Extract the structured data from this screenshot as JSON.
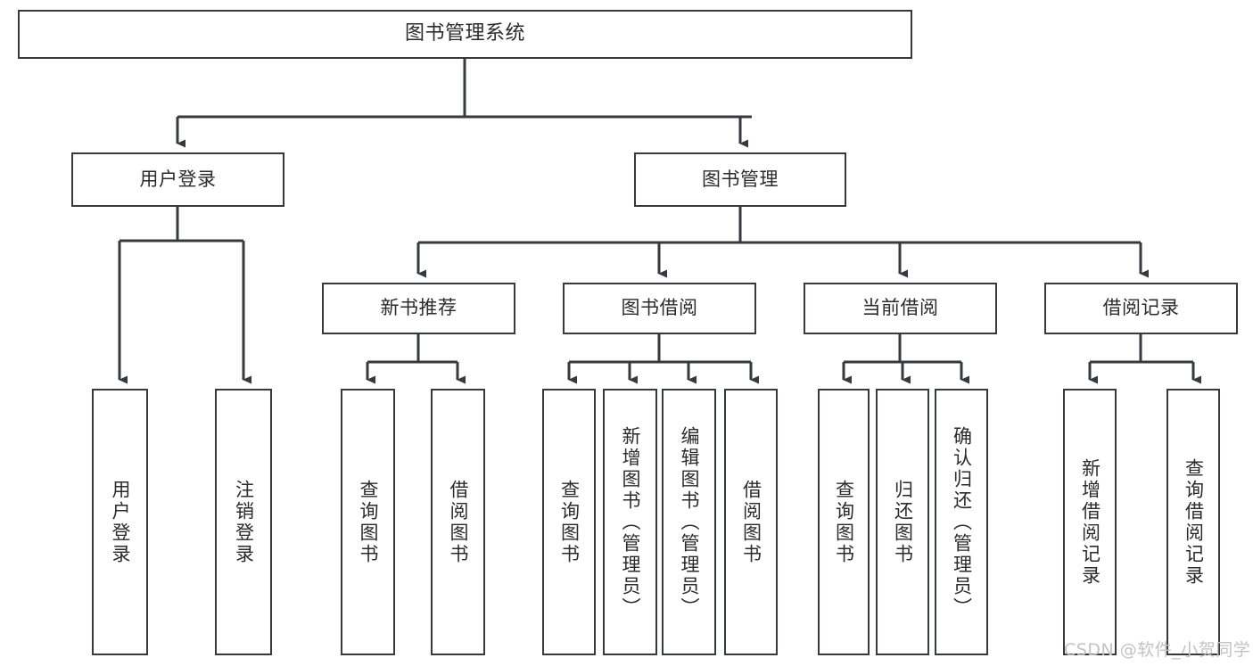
{
  "diagram": {
    "type": "tree",
    "title": "图书管理系统",
    "watermark": "CSDN @软件_小贺同学",
    "colors": {
      "box_border": "#36393d",
      "box_fill": "#ffffff",
      "connector": "#36393d",
      "text": "#2b2b2b",
      "watermark": "#c3c3c3",
      "background": "#ffffff"
    },
    "nodes": {
      "root": "图书管理系统",
      "level2": [
        "用户登录",
        "图书管理"
      ],
      "level3": [
        "新书推荐",
        "图书借阅",
        "当前借阅",
        "借阅记录"
      ],
      "leaves": {
        "user_login": [
          "用户登录",
          "注销登录"
        ],
        "new_book_recommend": [
          "查询图书",
          "借阅图书"
        ],
        "book_borrow": [
          "查询图书",
          "新增图书（管理员）",
          "编辑图书（管理员）",
          "借阅图书"
        ],
        "current_borrow": [
          "查询图书",
          "归还图书",
          "确认归还（管理员）"
        ],
        "borrow_record": [
          "新增借阅记录",
          "查询借阅记录"
        ]
      }
    },
    "edges": [
      {
        "from": "图书管理系统",
        "to": "用户登录"
      },
      {
        "from": "图书管理系统",
        "to": "图书管理"
      },
      {
        "from": "图书管理",
        "to": "新书推荐"
      },
      {
        "from": "图书管理",
        "to": "图书借阅"
      },
      {
        "from": "图书管理",
        "to": "当前借阅"
      },
      {
        "from": "图书管理",
        "to": "借阅记录"
      },
      {
        "from": "用户登录",
        "to": "用户登录"
      },
      {
        "from": "用户登录",
        "to": "注销登录"
      },
      {
        "from": "新书推荐",
        "to": "查询图书"
      },
      {
        "from": "新书推荐",
        "to": "借阅图书"
      },
      {
        "from": "图书借阅",
        "to": "查询图书"
      },
      {
        "from": "图书借阅",
        "to": "新增图书（管理员）"
      },
      {
        "from": "图书借阅",
        "to": "编辑图书（管理员）"
      },
      {
        "from": "图书借阅",
        "to": "借阅图书"
      },
      {
        "from": "当前借阅",
        "to": "查询图书"
      },
      {
        "from": "当前借阅",
        "to": "归还图书"
      },
      {
        "from": "当前借阅",
        "to": "确认归还（管理员）"
      },
      {
        "from": "借阅记录",
        "to": "新增借阅记录"
      },
      {
        "from": "借阅记录",
        "to": "查询借阅记录"
      }
    ]
  }
}
